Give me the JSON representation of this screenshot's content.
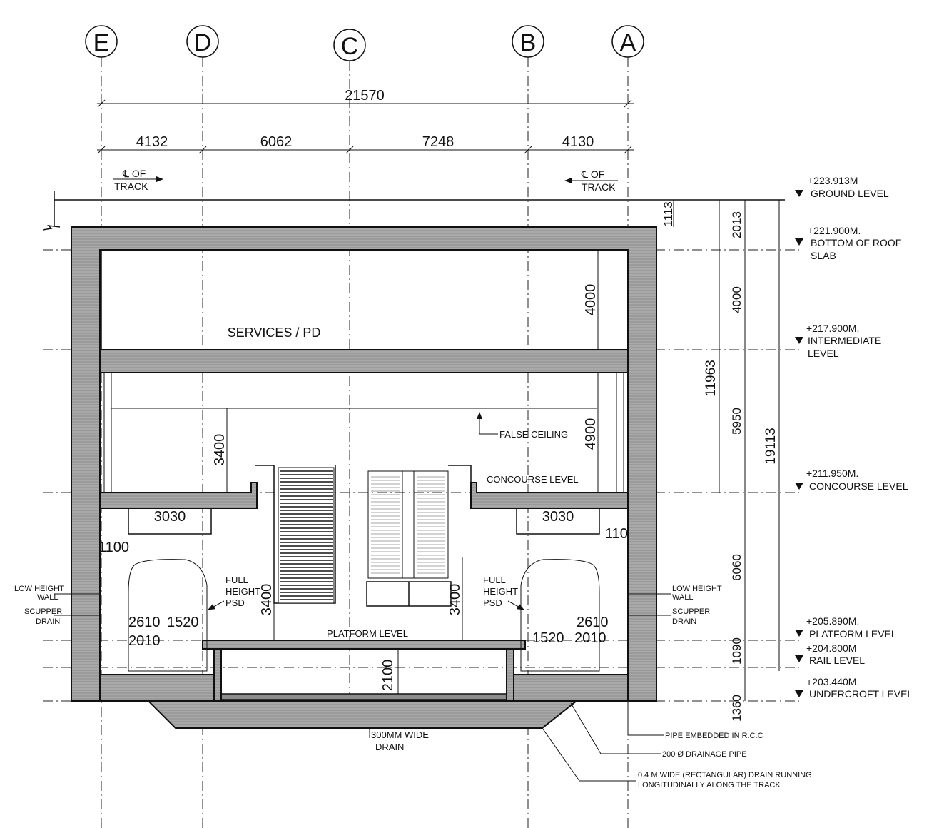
{
  "grid_labels": [
    "E",
    "D",
    "C",
    "B",
    "A"
  ],
  "dims_top": {
    "overall": "21570",
    "e_d": "4132",
    "d_c": "6062",
    "c_b": "7248",
    "b_a": "4130"
  },
  "track": {
    "left_symbol": "℄ OF",
    "left_label": "TRACK",
    "right_symbol": "℄ OF",
    "right_label": "TRACK"
  },
  "levels": [
    {
      "value": "+223.913M",
      "label": "GROUND LEVEL",
      "label2": ""
    },
    {
      "value": "+221.900M.",
      "label": "BOTTOM OF ROOF",
      "label2": "SLAB"
    },
    {
      "value": "+217.900M.",
      "label": "INTERMEDIATE",
      "label2": "LEVEL"
    },
    {
      "value": "+211.950M.",
      "label": "CONCOURSE LEVEL",
      "label2": ""
    },
    {
      "value": "+205.890M.",
      "label": "PLATFORM LEVEL",
      "label2": ""
    },
    {
      "value": "+204.800M",
      "label": "RAIL  LEVEL",
      "label2": ""
    },
    {
      "value": "+203.440M.",
      "label": "UNDERCROFT LEVEL",
      "label2": ""
    }
  ],
  "vertical_dims": {
    "d1113": "1113",
    "d2013": "2013",
    "d4000": "4000",
    "d11963": "11963",
    "d5950": "5950",
    "d19113": "19113",
    "d6060": "6060",
    "d1090": "1090",
    "d1360": "1360",
    "inner4000": "4000",
    "inner4900": "4900",
    "inner3400": "3400",
    "psd_left": "3400",
    "psd_right": "3400",
    "d2100": "2100"
  },
  "room_labels": {
    "services": "SERVICES / PD",
    "false_ceiling": "FALSE CEILING",
    "concourse": "CONCOURSE LEVEL",
    "platform": "PLATFORM LEVEL"
  },
  "left_side": {
    "d3030": "3030",
    "d1100": "1100",
    "d2610": "2610",
    "d1520": "1520",
    "d2010": "2010",
    "psd1": "FULL",
    "psd2": "HEIGHT",
    "psd3": "PSD",
    "wall1": "LOW HEIGHT",
    "wall2": "WALL",
    "drain1": "SCUPPER",
    "drain2": "DRAIN"
  },
  "right_side": {
    "d3030": "3030",
    "d110": "110",
    "d2610": "2610",
    "d1520": "1520",
    "d2010": "2010",
    "psd1": "FULL",
    "psd2": "HEIGHT",
    "psd3": "PSD",
    "wall1": "LOW HEIGHT",
    "wall2": "WALL",
    "drain1": "SCUPPER",
    "drain2": "DRAIN"
  },
  "notes": {
    "drain300_1": "300MM WIDE",
    "drain300_2": "DRAIN",
    "pipe_rcc": "PIPE EMBEDDED IN R.C.C",
    "pipe200": "200 Ø DRAINAGE PIPE",
    "drain04_1": "0.4 M WIDE (RECTANGULAR) DRAIN RUNNING",
    "drain04_2": "LONGITUDINALLY ALONG THE TRACK"
  }
}
